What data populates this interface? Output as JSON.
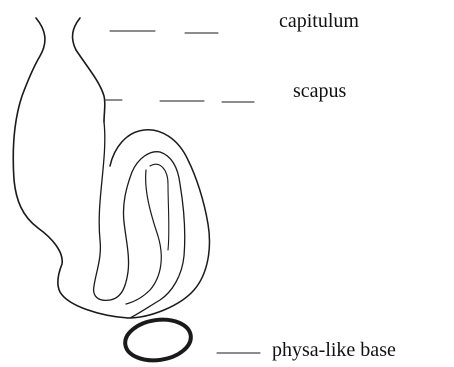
{
  "labels": {
    "capitulum": "capitulum",
    "scapus": "scapus",
    "physa_base": "physa-like base"
  },
  "colors": {
    "ink": "#1a1a1a",
    "background": "#ffffff"
  }
}
